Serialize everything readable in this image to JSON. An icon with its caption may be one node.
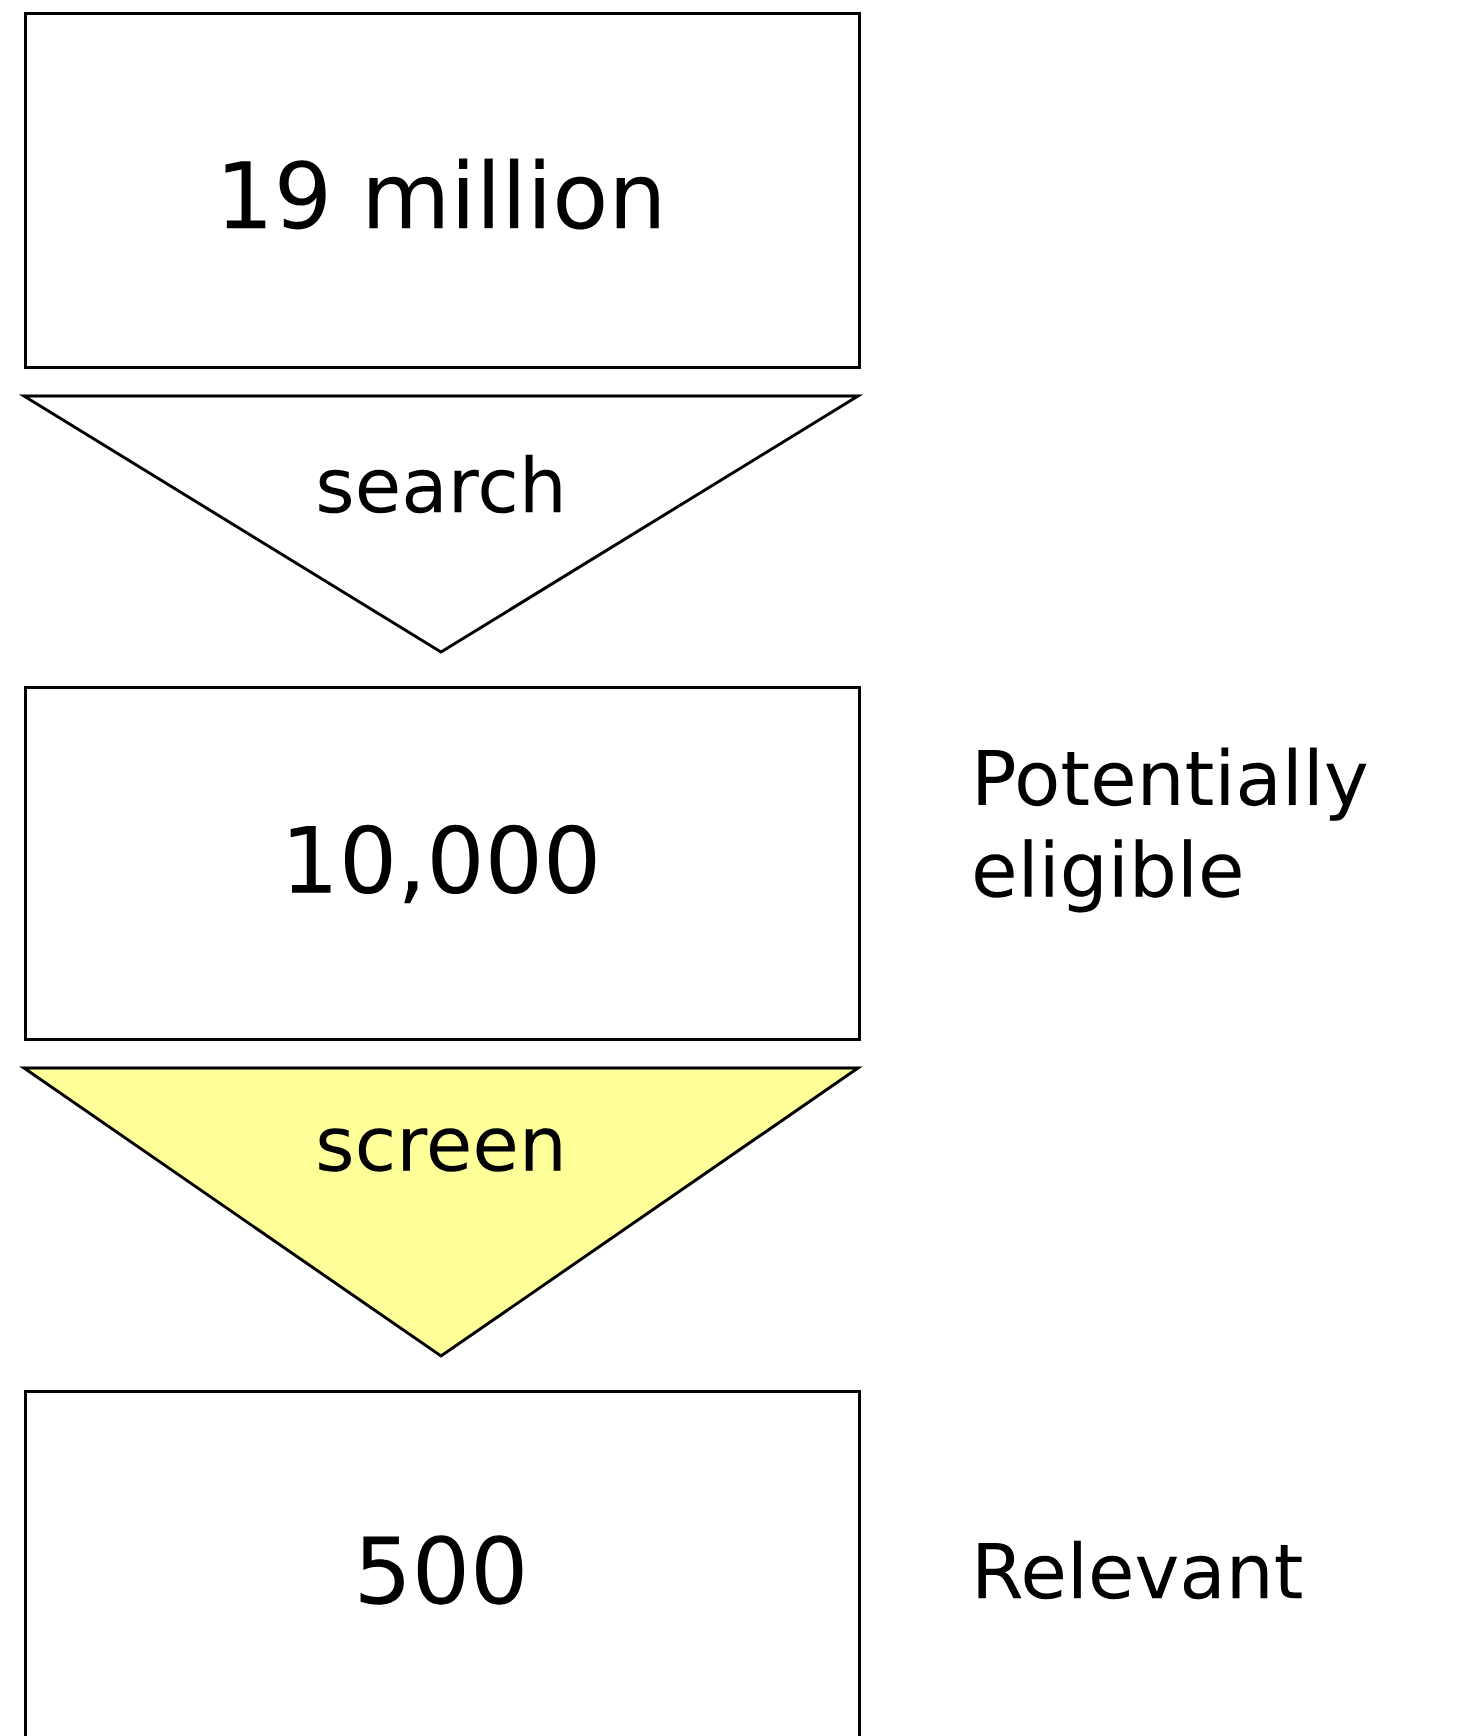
{
  "diagram": {
    "nodes": [
      {
        "text": [
          "19 million"
        ]
      },
      {
        "text": [
          "search"
        ]
      },
      {
        "text": [
          "10,000"
        ],
        "beside": [
          "Potentially eligible"
        ]
      },
      {
        "text": [
          "screen"
        ]
      },
      {
        "text": [
          "500"
        ],
        "beside": [
          "Relevant"
        ]
      }
    ]
  }
}
